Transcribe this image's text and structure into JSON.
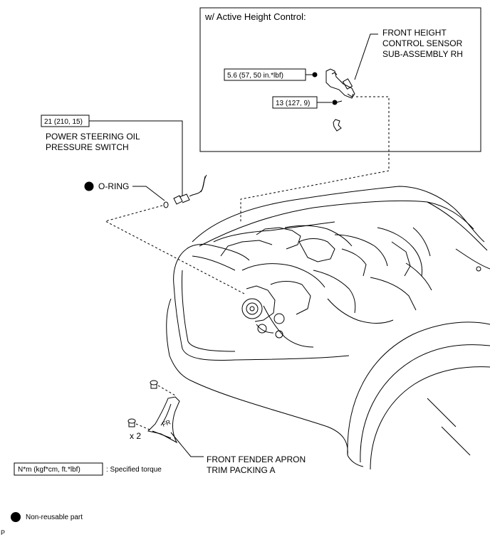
{
  "inset": {
    "title": "w/ Active Height Control:",
    "sensor_label": [
      "FRONT HEIGHT",
      "CONTROL SENSOR",
      "SUB-ASSEMBLY RH"
    ],
    "torque_a": "5.6 (57, 50 in.*lbf)",
    "torque_b": "13 (127, 9)"
  },
  "switch": {
    "torque": "21 (210, 15)",
    "label": [
      "POWER STEERING OIL",
      "PRESSURE SWITCH"
    ]
  },
  "oring_label": "O-RING",
  "apron": {
    "label": [
      "FRONT FENDER APRON",
      "TRIM PACKING A"
    ],
    "multiplier": "x 2",
    "part_marking": "FR"
  },
  "legend": {
    "torque_box": "N*m (kgf*cm, ft.*lbf)",
    "torque_desc": ": Specified torque",
    "nonreusable": "Non-reusable part"
  },
  "corner_mark": "P"
}
